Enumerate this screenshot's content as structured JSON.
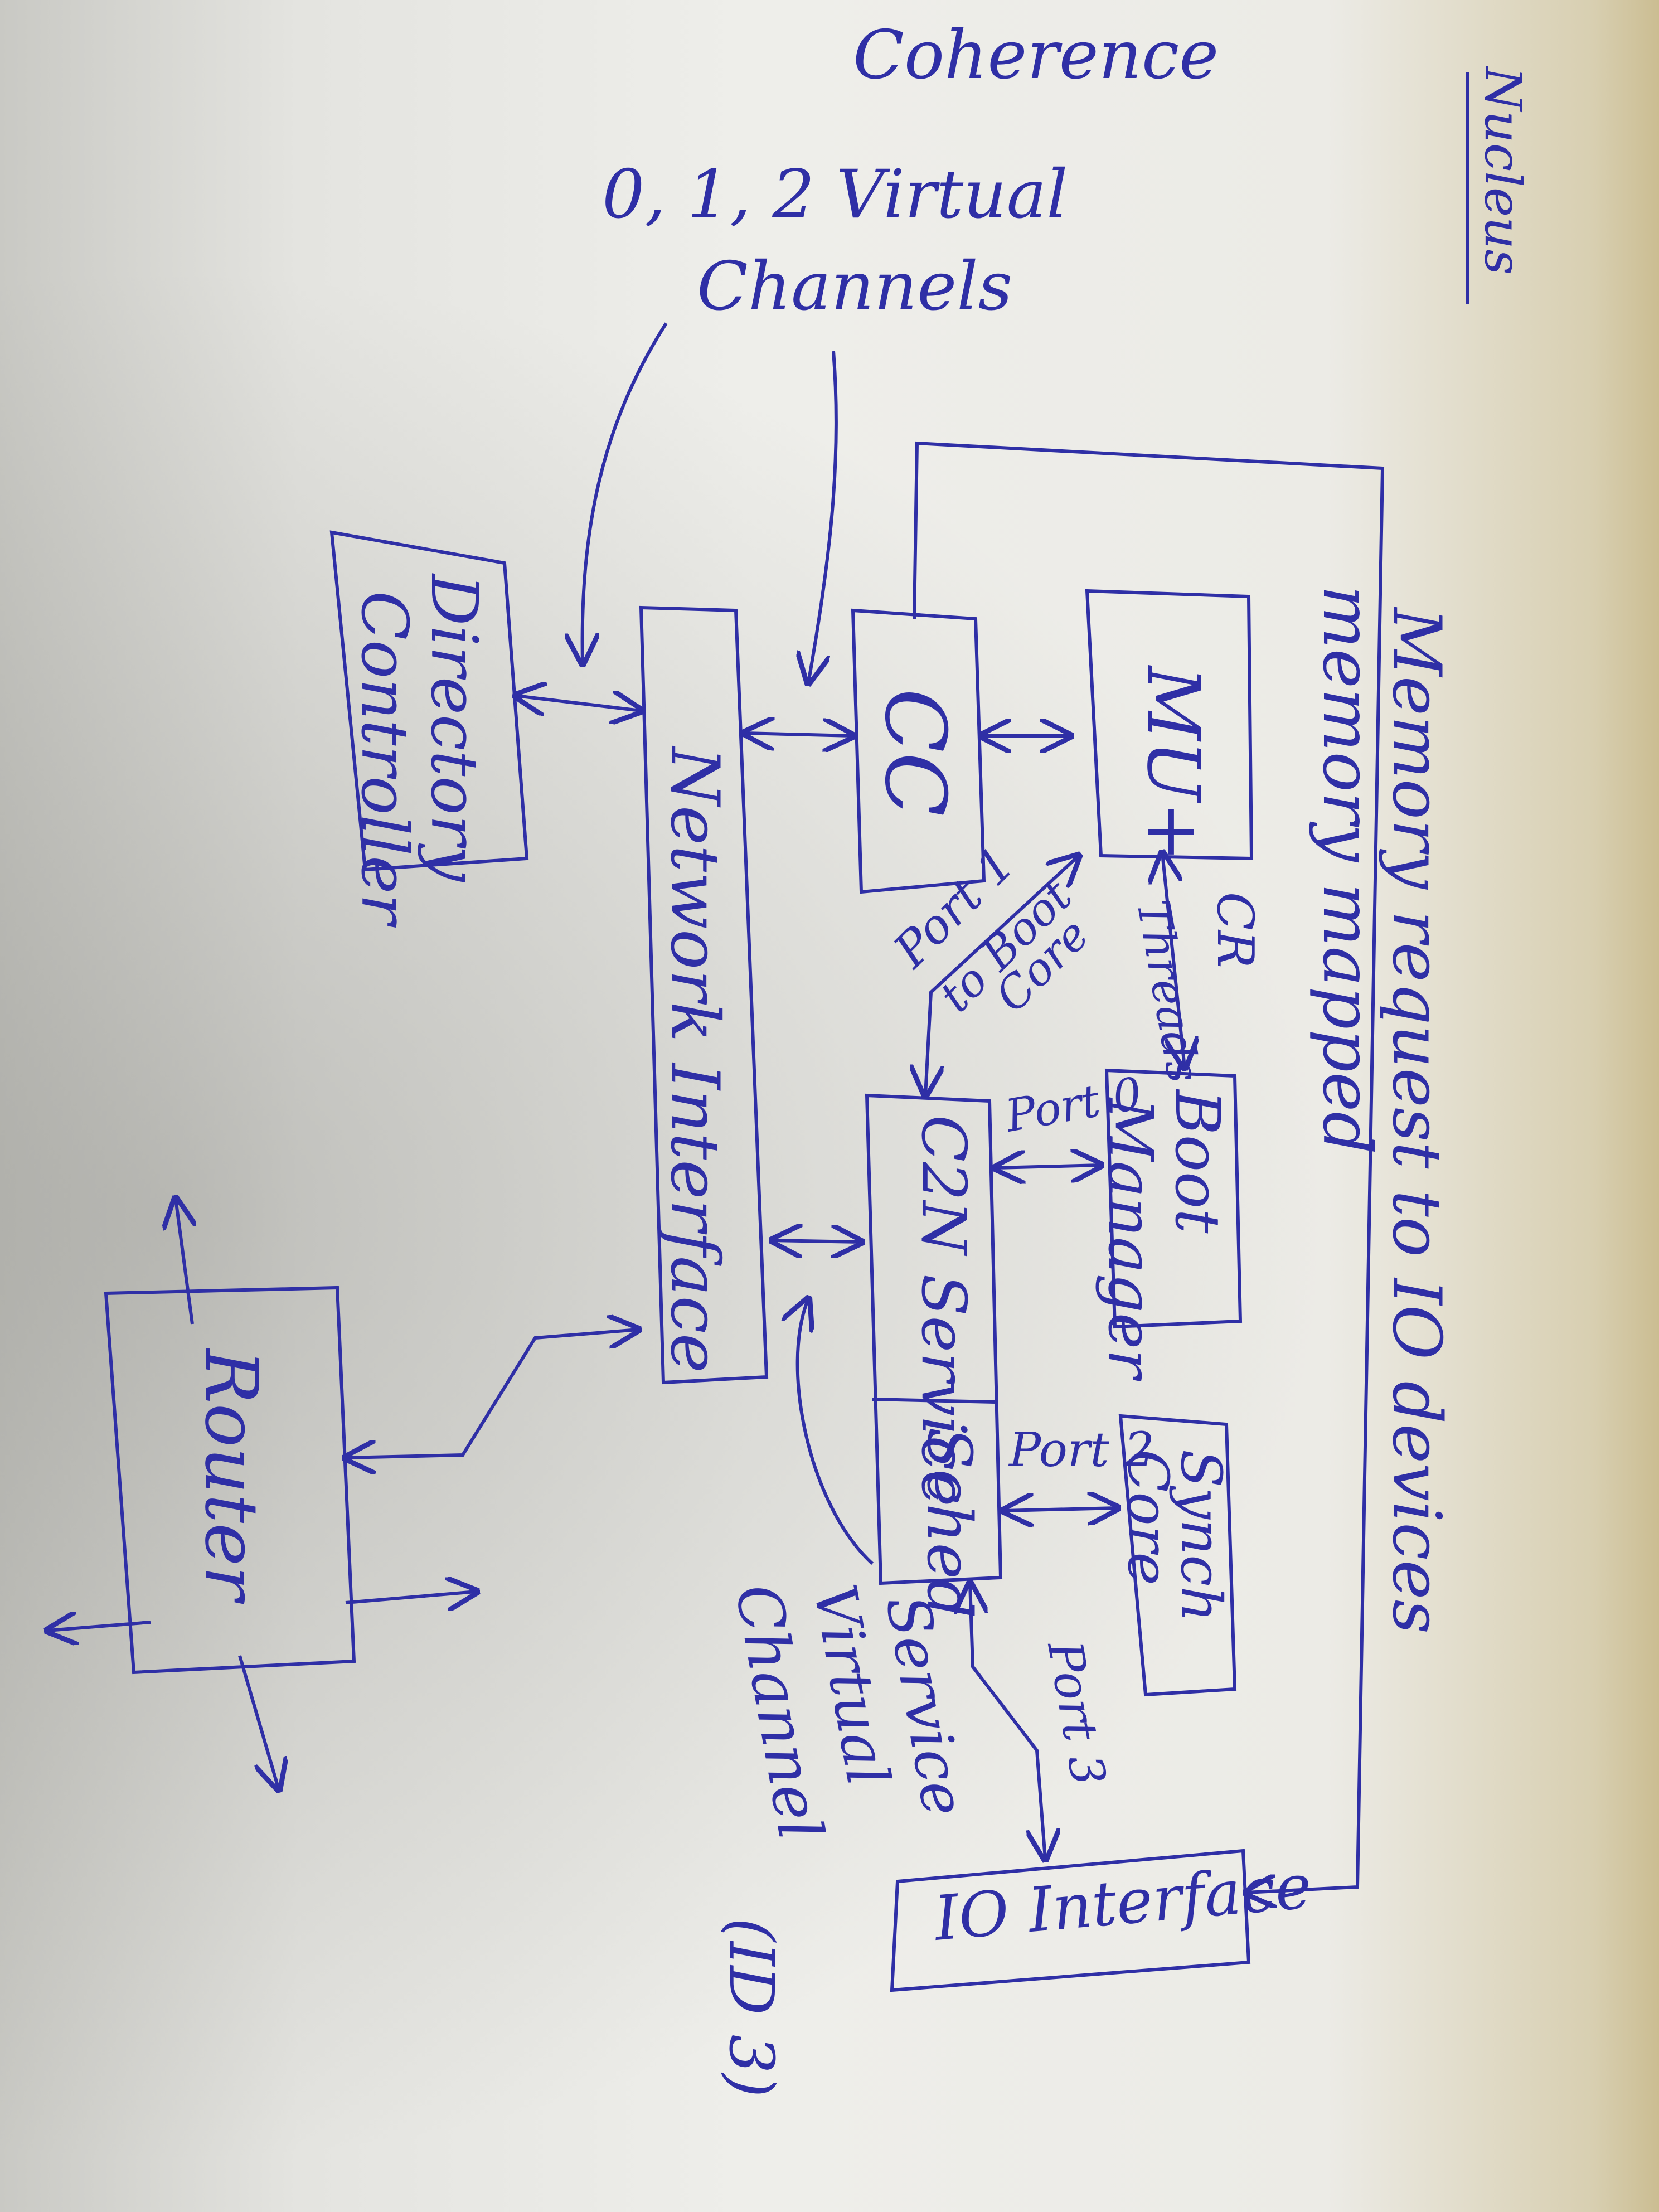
{
  "colors": {
    "ink": "#2f2fa6"
  },
  "labels": {
    "title": "Nucleus",
    "coherence": "Coherence",
    "vc_line1": "0, 1, 2  Virtual",
    "vc_line2": "Channels",
    "directory": "Directory",
    "controller": "Controller",
    "network": "Network Interface",
    "cc": "CC",
    "mut": "MU+",
    "memreq": "Memory request to IO devices",
    "memmapped": "memory mapped",
    "cr": "CR",
    "threads": "Threads",
    "port1": "Port 1",
    "port1b": "to Boot",
    "port1c": "Core",
    "c2n": "C2N Service",
    "sched": "Sched",
    "boot": "Boot",
    "manager": "Manager",
    "port0": "Port 0",
    "port2": "Port 2",
    "synch1": "Synch",
    "synch2": "Core",
    "port3": "Port 3",
    "service1": "Service",
    "service2": "Virtual",
    "service3": "Channel",
    "service4": "(ID 3)",
    "io": "IO Interface",
    "router": "Router"
  }
}
